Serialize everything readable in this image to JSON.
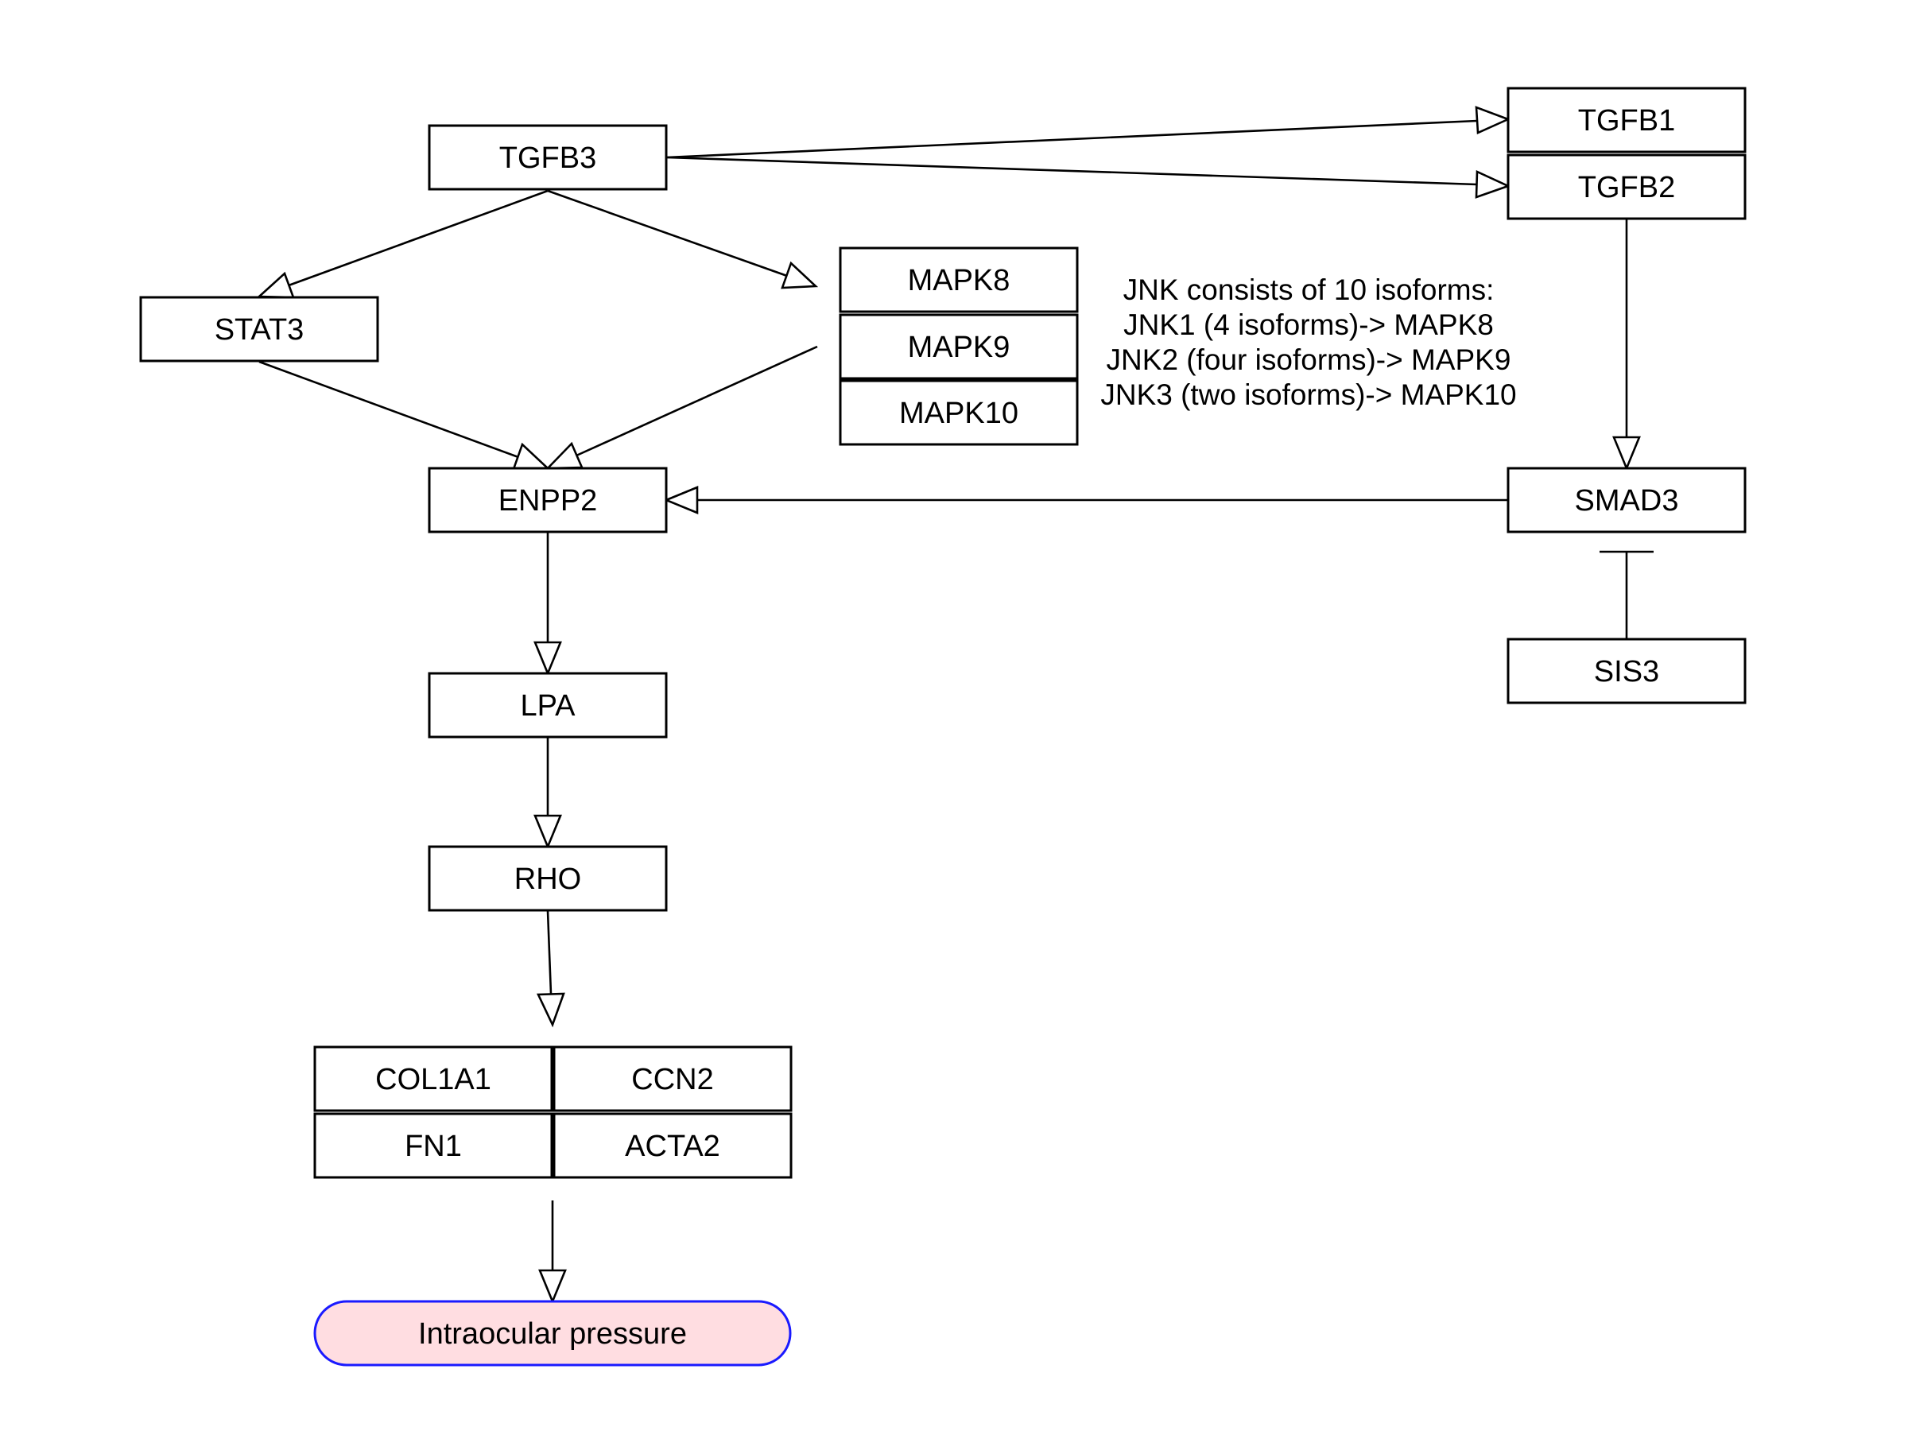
{
  "nodes": {
    "tgfb3": "TGFB3",
    "tgfb1": "TGFB1",
    "tgfb2": "TGFB2",
    "stat3": "STAT3",
    "mapk8": "MAPK8",
    "mapk9": "MAPK9",
    "mapk10": "MAPK10",
    "enpp2": "ENPP2",
    "smad3": "SMAD3",
    "sis3": "SIS3",
    "lpa": "LPA",
    "rho": "RHO",
    "col1a1": "COL1A1",
    "ccn2": "CCN2",
    "fn1": "FN1",
    "acta2": "ACTA2",
    "intraocular_pressure": "Intraocular pressure"
  },
  "note": {
    "lines": [
      "JNK consists of 10 isoforms:",
      "JNK1 (4 isoforms)-> MAPK8",
      "JNK2 (four isoforms)-> MAPK9",
      "JNK3 (two isoforms)-> MAPK10"
    ]
  },
  "edges": [
    {
      "from": "TGFB3",
      "to": "TGFB1",
      "type": "activation"
    },
    {
      "from": "TGFB3",
      "to": "TGFB2",
      "type": "activation"
    },
    {
      "from": "TGFB3",
      "to": "STAT3",
      "type": "activation"
    },
    {
      "from": "TGFB3",
      "to": "MAPK8/MAPK9/MAPK10",
      "type": "activation"
    },
    {
      "from": "STAT3",
      "to": "ENPP2",
      "type": "activation"
    },
    {
      "from": "MAPK8/MAPK9/MAPK10",
      "to": "ENPP2",
      "type": "activation"
    },
    {
      "from": "TGFB1/TGFB2",
      "to": "SMAD3",
      "type": "activation"
    },
    {
      "from": "SMAD3",
      "to": "ENPP2",
      "type": "activation"
    },
    {
      "from": "SIS3",
      "to": "SMAD3",
      "type": "inhibition"
    },
    {
      "from": "ENPP2",
      "to": "LPA",
      "type": "activation"
    },
    {
      "from": "LPA",
      "to": "RHO",
      "type": "activation"
    },
    {
      "from": "RHO",
      "to": "COL1A1/CCN2/FN1/ACTA2",
      "type": "activation"
    },
    {
      "from": "COL1A1/CCN2/FN1/ACTA2",
      "to": "Intraocular pressure",
      "type": "activation"
    }
  ],
  "colors": {
    "phenotype_fill": "#ffdde1",
    "phenotype_stroke": "#1a1aff",
    "phenotype_text": "#1a1aff",
    "node_stroke": "#000000"
  }
}
